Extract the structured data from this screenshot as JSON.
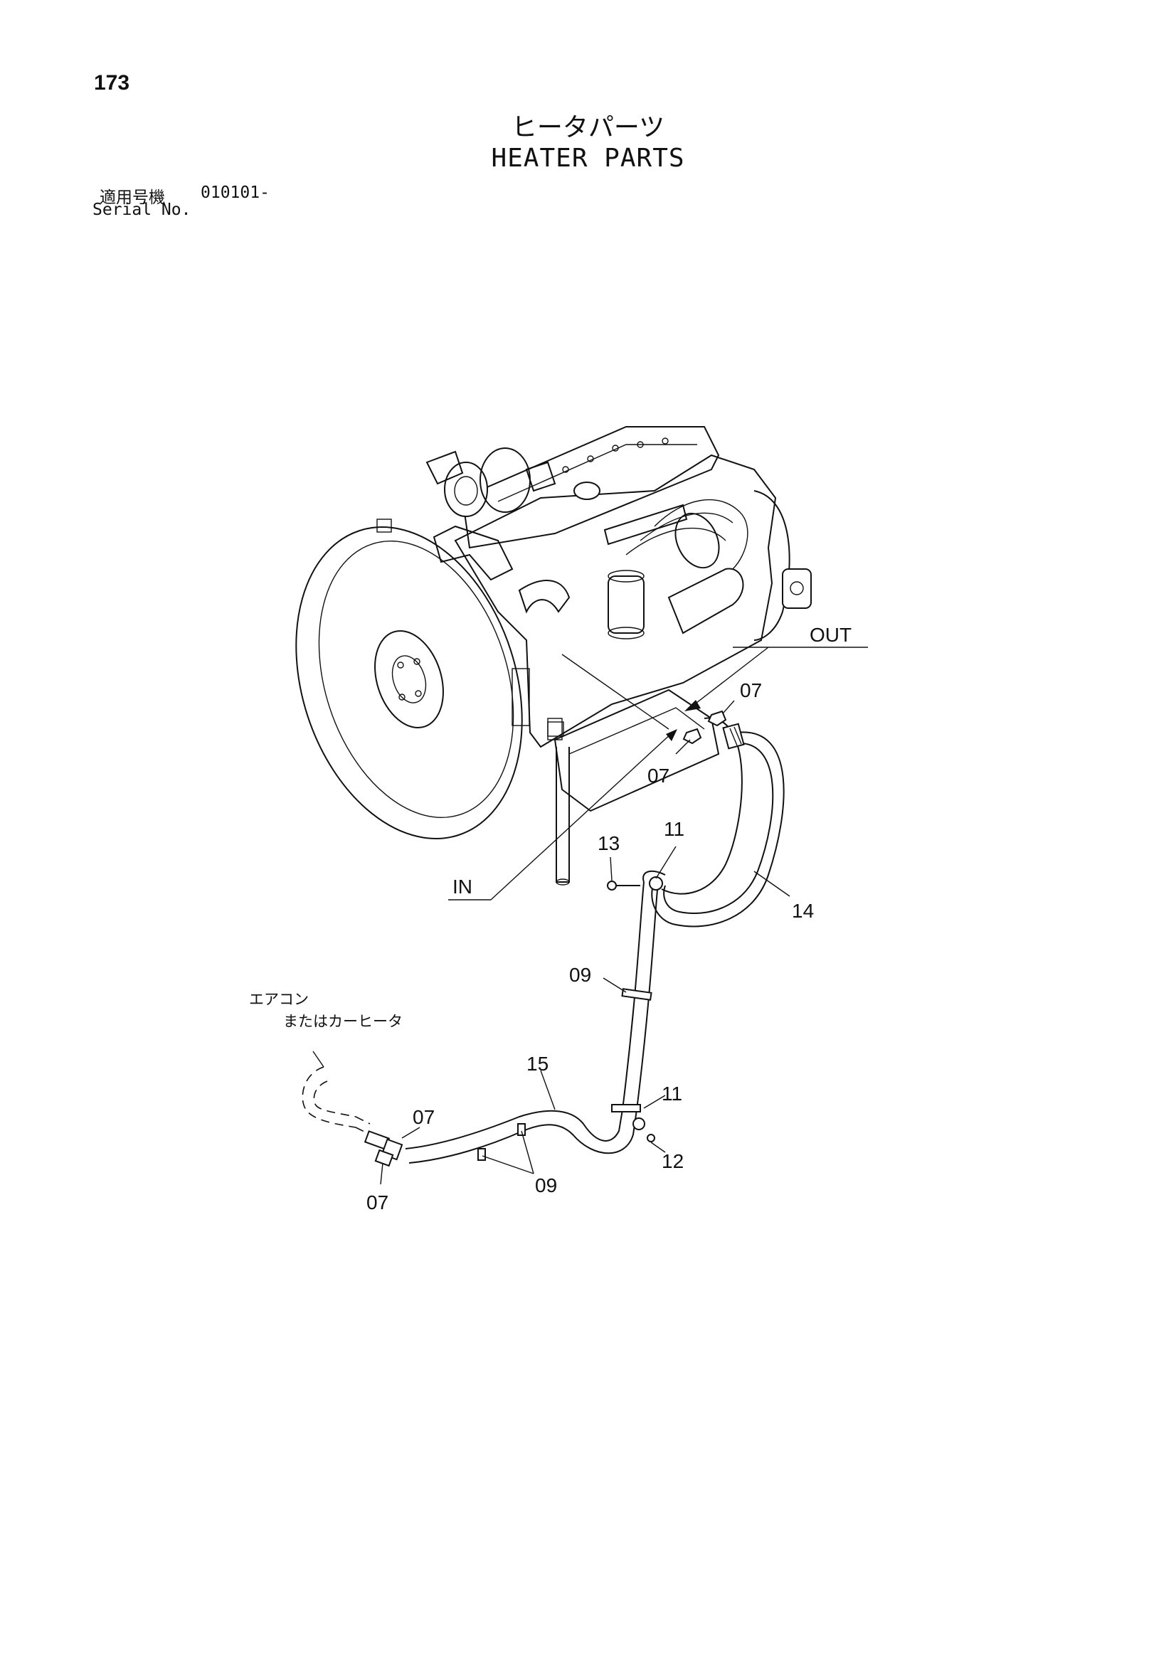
{
  "page_number": "173",
  "title": {
    "japanese": "ヒータパーツ",
    "english": "HEATER PARTS"
  },
  "serial": {
    "label_japanese": "適用号機",
    "value": "010101-",
    "label_english": "Serial No."
  },
  "diagram": {
    "flow_labels": {
      "out": "OUT",
      "in": "IN"
    },
    "note_japanese": {
      "line1": "エアコン",
      "line2": "またはカーヒータ"
    },
    "callouts": {
      "c07_top": "07",
      "c07_mid": "07",
      "c13": "13",
      "c11_top": "11",
      "c14": "14",
      "c09_mid": "09",
      "c15": "15",
      "c11_low": "11",
      "c07_left_top": "07",
      "c12": "12",
      "c09_low": "09",
      "c07_left_bottom": "07"
    }
  }
}
